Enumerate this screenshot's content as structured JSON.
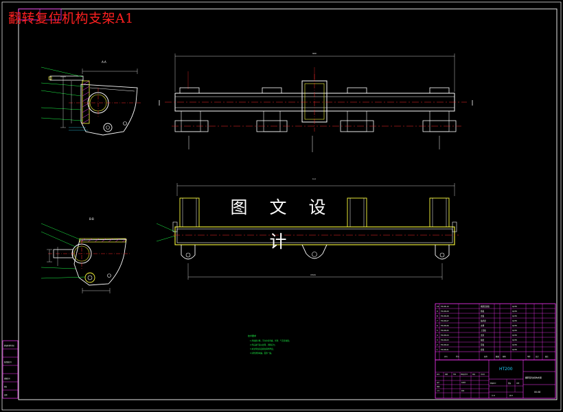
{
  "title": "翻转复位机构支架A1",
  "watermark": "图 文 设 计",
  "views": {
    "section_a": "A-A",
    "section_b": "B-B",
    "section_c": "C-C"
  },
  "dimensions": {
    "overall_length_top": "900",
    "overall_length_bottom": "1516"
  },
  "notes": {
    "heading": "技术要求",
    "lines": [
      "1.焊缝要平整，不允许有焊瘤、焊渣、气孔等缺陷；",
      "2.焊后进行退火处理，消除应力；",
      "3.未注焊缝高度按较薄件厚度；",
      "4.涂防锈漆两遍，面漆一遍。"
    ]
  },
  "parts_list": {
    "codes": [
      "FZ-08-10",
      "FZ-08-09",
      "FZ-08-08",
      "FZ-08-07",
      "FZ-08-06",
      "FZ-08-05",
      "FZ-08-04",
      "FZ-08-03",
      "FZ-08-02",
      "FZ-08-01"
    ],
    "names": [
      "横梁连接板",
      "筋板",
      "支板",
      "轴承座",
      "支撑",
      "上盖板",
      "支架",
      "轴套",
      "耳板",
      "底板"
    ],
    "materials": [
      "Q235",
      "Q235",
      "Q235",
      "Q235",
      "Q235",
      "Q235",
      "Q235",
      "Q235",
      "Q235",
      "Q235"
    ],
    "header": [
      "序号",
      "代号",
      "名称",
      "数量",
      "材料",
      "单件",
      "总计",
      "备注"
    ]
  },
  "title_block": {
    "standard": "HT200",
    "drawing_name": "翻转复位机构支架",
    "drawing_no": "00.08",
    "labels": [
      "标记",
      "处数",
      "分区",
      "更改文件号",
      "签名",
      "年月日",
      "设计",
      "标准化",
      "审核",
      "工艺",
      "批准",
      "阶段标记",
      "重量",
      "比例",
      "共 张",
      "第 张"
    ]
  },
  "left_strip": [
    "借(通)用件登记",
    "",
    "旧底图总号",
    "",
    "底图总号",
    "签名",
    "日期"
  ],
  "colors": {
    "line": "#ffffff",
    "yellow": "#ffff3c",
    "green": "#1fff4a",
    "red": "#ff2a2a",
    "magenta": "#ff38ff",
    "cyan": "#33e0ff"
  }
}
